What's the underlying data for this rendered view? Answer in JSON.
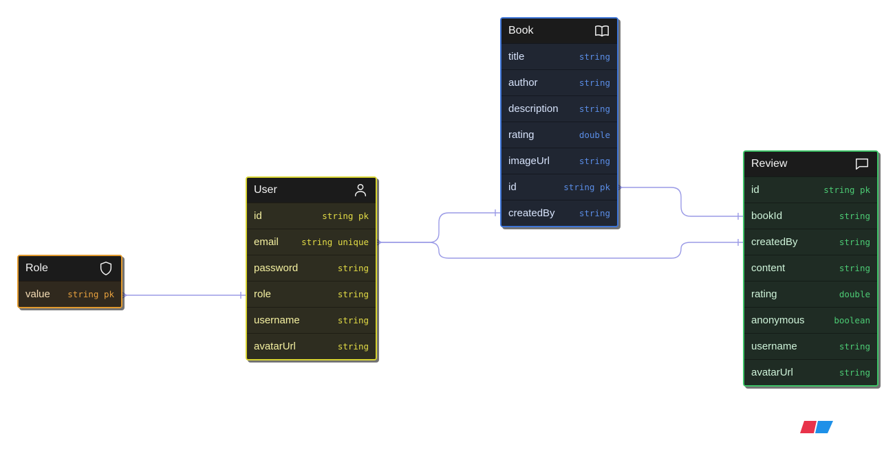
{
  "tables": {
    "book": {
      "name": "Book",
      "icon": "book-icon",
      "color": "#3d74d6",
      "fields": [
        {
          "name": "title",
          "type": "string"
        },
        {
          "name": "author",
          "type": "string"
        },
        {
          "name": "description",
          "type": "string"
        },
        {
          "name": "rating",
          "type": "double"
        },
        {
          "name": "imageUrl",
          "type": "string"
        },
        {
          "name": "id",
          "type": "string pk"
        },
        {
          "name": "createdBy",
          "type": "string"
        }
      ]
    },
    "user": {
      "name": "User",
      "icon": "user-icon",
      "color": "#d8d432",
      "fields": [
        {
          "name": "id",
          "type": "string pk"
        },
        {
          "name": "email",
          "type": "string unique"
        },
        {
          "name": "password",
          "type": "string"
        },
        {
          "name": "role",
          "type": "string"
        },
        {
          "name": "username",
          "type": "string"
        },
        {
          "name": "avatarUrl",
          "type": "string"
        }
      ]
    },
    "role": {
      "name": "Role",
      "icon": "shield-icon",
      "color": "#e29a2e",
      "fields": [
        {
          "name": "value",
          "type": "string pk"
        }
      ]
    },
    "review": {
      "name": "Review",
      "icon": "chat-bubble-icon",
      "color": "#3ec468",
      "fields": [
        {
          "name": "id",
          "type": "string pk"
        },
        {
          "name": "bookId",
          "type": "string"
        },
        {
          "name": "createdBy",
          "type": "string"
        },
        {
          "name": "content",
          "type": "string"
        },
        {
          "name": "rating",
          "type": "double"
        },
        {
          "name": "anonymous",
          "type": "boolean"
        },
        {
          "name": "username",
          "type": "string"
        },
        {
          "name": "avatarUrl",
          "type": "string"
        }
      ]
    }
  },
  "relationships": [
    {
      "from": "Role.value",
      "to": "User.role"
    },
    {
      "from": "User.email",
      "to": "Book.createdBy"
    },
    {
      "from": "User.email",
      "to": "Review.createdBy"
    },
    {
      "from": "Book.id",
      "to": "Review.bookId"
    }
  ],
  "logo": {
    "icon": "app-logo-icon",
    "colors": [
      "#e8334a",
      "#1e90e8"
    ]
  }
}
